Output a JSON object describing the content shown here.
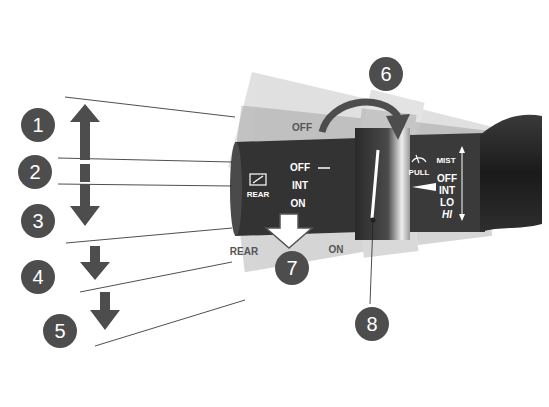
{
  "diagram": {
    "labels": [
      "1",
      "2",
      "3",
      "4",
      "5",
      "6",
      "7",
      "8",
      "OFF",
      "INT",
      "ON",
      "REAR",
      "PULL",
      "MIST",
      "OFF",
      "INT",
      "LO",
      "HI",
      "OFF",
      "REAR",
      "ON"
    ]
  }
}
